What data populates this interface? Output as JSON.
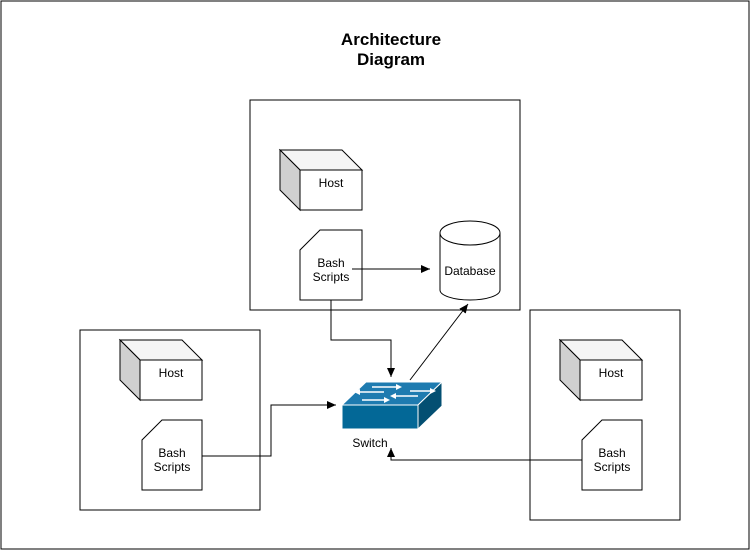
{
  "diagram": {
    "title_line1": "Architecture",
    "title_line2": "Diagram",
    "top_group": {
      "host_label": "Host",
      "scripts_line1": "Bash",
      "scripts_line2": "Scripts",
      "database_label": "Database"
    },
    "left_group": {
      "host_label": "Host",
      "scripts_line1": "Bash",
      "scripts_line2": "Scripts"
    },
    "right_group": {
      "host_label": "Host",
      "scripts_line1": "Bash",
      "scripts_line2": "Scripts"
    },
    "switch_label": "Switch"
  },
  "colors": {
    "switch_fill": "#036897",
    "box_side": "#e0e0e0",
    "stroke": "#000000"
  }
}
